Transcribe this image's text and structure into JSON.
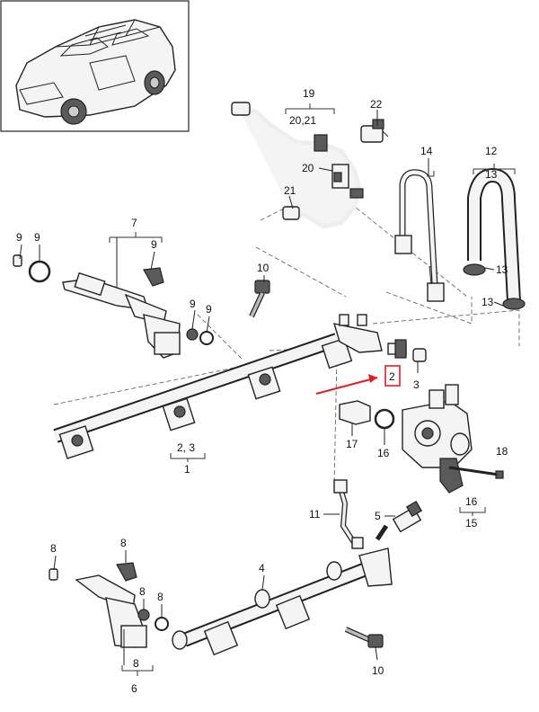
{
  "accent_color": "#e02020",
  "callouts": {
    "c19": "19",
    "c2021": "20,21",
    "c22": "22",
    "c20": "20",
    "c21": "21",
    "c14": "14",
    "c12": "12",
    "c13a": "13",
    "c13b": "13",
    "c13c": "13",
    "c7": "7",
    "c9a": "9",
    "c9b": "9",
    "c9c": "9",
    "c9d": "9",
    "c9e": "9",
    "c10a": "10",
    "c2": "2",
    "c3": "3",
    "c23": "2, 3",
    "c1": "1",
    "c17": "17",
    "c16a": "16",
    "c18": "18",
    "c16b": "16",
    "c15": "15",
    "c11": "11",
    "c5": "5",
    "c8a": "8",
    "c8b": "8",
    "c8c": "8",
    "c8d": "8",
    "c8e": "8",
    "c6": "6",
    "c4": "4",
    "c10b": "10"
  },
  "icons": {
    "vehicle": "suv-vehicle-icon",
    "pointer": "red-arrow-icon"
  }
}
